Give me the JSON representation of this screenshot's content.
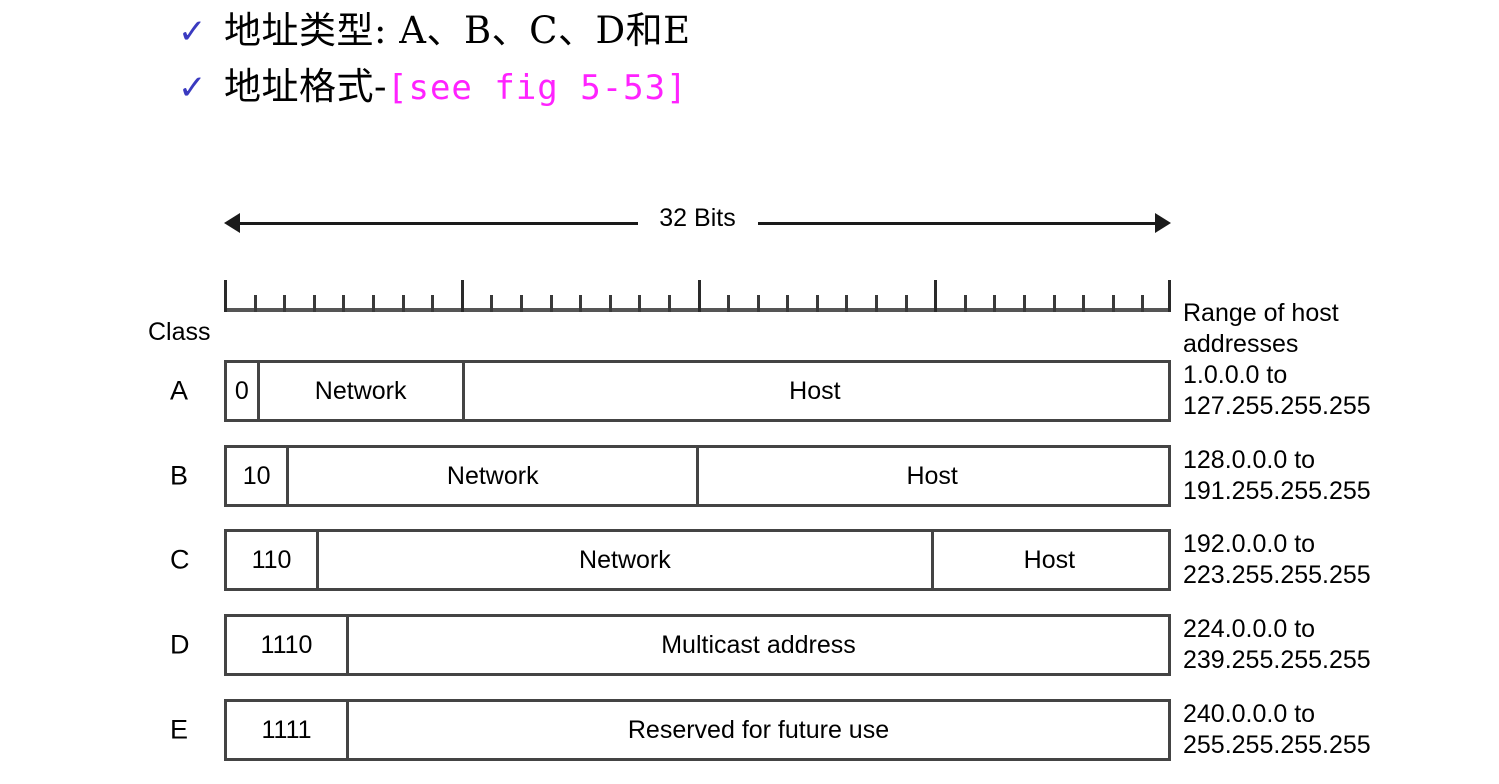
{
  "slide": {
    "bullets": [
      {
        "check": "✓",
        "text": "地址类型: A、B、C、D和E",
        "mono_suffix": ""
      },
      {
        "check": "✓",
        "text": "地址格式-",
        "mono_suffix": "[see fig 5-53]"
      }
    ]
  },
  "figure": {
    "bits_label": "32 Bits",
    "total_bits": 32,
    "class_label": "Class",
    "range_header": "Range of host\naddresses",
    "rows": [
      {
        "letter": "A",
        "cells": [
          {
            "label": "0",
            "bits": 1,
            "kind": "prefix"
          },
          {
            "label": "Network",
            "bits": 7,
            "kind": "field"
          },
          {
            "label": "Host",
            "bits": 24,
            "kind": "field"
          }
        ],
        "range": "1.0.0.0 to\n127.255.255.255"
      },
      {
        "letter": "B",
        "cells": [
          {
            "label": "10",
            "bits": 2,
            "kind": "prefix"
          },
          {
            "label": "Network",
            "bits": 14,
            "kind": "field"
          },
          {
            "label": "Host",
            "bits": 16,
            "kind": "field"
          }
        ],
        "range": "128.0.0.0 to\n191.255.255.255"
      },
      {
        "letter": "C",
        "cells": [
          {
            "label": "110",
            "bits": 3,
            "kind": "prefix"
          },
          {
            "label": "Network",
            "bits": 21,
            "kind": "field"
          },
          {
            "label": "Host",
            "bits": 8,
            "kind": "field"
          }
        ],
        "range": "192.0.0.0 to\n223.255.255.255"
      },
      {
        "letter": "D",
        "cells": [
          {
            "label": "1110",
            "bits": 4,
            "kind": "prefix"
          },
          {
            "label": "Multicast address",
            "bits": 28,
            "kind": "field"
          }
        ],
        "range": "224.0.0.0 to\n239.255.255.255"
      },
      {
        "letter": "E",
        "cells": [
          {
            "label": "1111",
            "bits": 4,
            "kind": "prefix"
          },
          {
            "label": "Reserved for future use",
            "bits": 28,
            "kind": "field"
          }
        ],
        "range": "240.0.0.0 to\n255.255.255.255"
      }
    ]
  },
  "colors": {
    "check": "#3a3ac0",
    "mono_text": "#ff22ff",
    "line": "#444444",
    "text": "#000000",
    "background": "#ffffff"
  }
}
